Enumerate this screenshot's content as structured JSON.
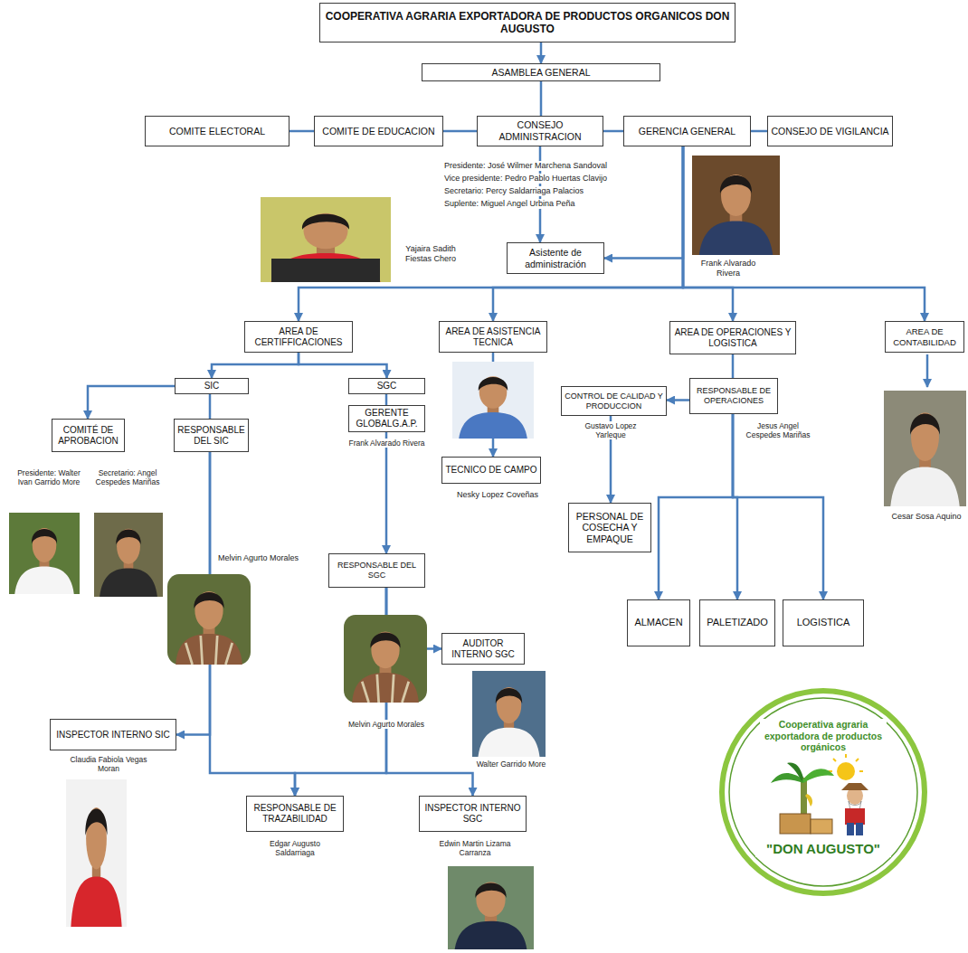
{
  "diagram": {
    "nodes": [
      {
        "text": [
          "COOPERATIVA AGRARIA EXPORTADORA DE PRODUCTOS ORGANICOS DON AUGUSTO"
        ]
      },
      {
        "text": [
          "ASAMBLEA GENERAL"
        ]
      },
      {
        "text": [
          "COMITE ELECTORAL"
        ]
      },
      {
        "text": [
          "COMITE DE EDUCACION"
        ]
      },
      {
        "text": [
          "CONSEJO ADMINISTRACION"
        ]
      },
      {
        "text": [
          "GERENCIA GENERAL"
        ]
      },
      {
        "text": [
          "CONSEJO DE VIGILANCIA"
        ]
      },
      {
        "text": [
          "Asistente de administración"
        ]
      },
      {
        "text": [
          "AREA DE CERTIFFICACIONES"
        ]
      },
      {
        "text": [
          "AREA DE ASISTENCIA TECNICA"
        ]
      },
      {
        "text": [
          "AREA DE OPERACIONES Y LOGISTICA"
        ]
      },
      {
        "text": [
          "AREA DE CONTABILIDAD"
        ]
      },
      {
        "text": [
          "SIC"
        ]
      },
      {
        "text": [
          "SGC"
        ]
      },
      {
        "text": [
          "COMITÉ DE APROBACION"
        ]
      },
      {
        "text": [
          "RESPONSABLE DEL SIC"
        ]
      },
      {
        "text": [
          "GERENTE GLOBALG.A.P."
        ]
      },
      {
        "text": [
          "TECNICO DE CAMPO"
        ]
      },
      {
        "text": [
          "CONTROL DE CALIDAD Y PRODUCCION"
        ]
      },
      {
        "text": [
          "RESPONSABLE DE OPERACIONES"
        ]
      },
      {
        "text": [
          "PERSONAL DE COSECHA Y EMPAQUE"
        ]
      },
      {
        "text": [
          "RESPONSABLE DEL SGC"
        ]
      },
      {
        "text": [
          "AUDITOR INTERNO SGC"
        ]
      },
      {
        "text": [
          "ALMACEN"
        ]
      },
      {
        "text": [
          "PALETIZADO"
        ]
      },
      {
        "text": [
          "LOGISTICA"
        ]
      },
      {
        "text": [
          "INSPECTOR INTERNO SIC"
        ]
      },
      {
        "text": [
          "RESPONSABLE DE TRAZABILIDAD"
        ]
      },
      {
        "text": [
          "INSPECTOR INTERNO SGC"
        ]
      }
    ],
    "edges": [
      {
        "from": 0,
        "to": 1,
        "arrow": "to"
      },
      {
        "from": 1,
        "to": 4,
        "arrow": "none"
      },
      {
        "from": 4,
        "to": 3,
        "arrow": "none"
      },
      {
        "from": 3,
        "to": 2,
        "arrow": "none"
      },
      {
        "from": 4,
        "to": 5,
        "arrow": "none"
      },
      {
        "from": 5,
        "to": 6,
        "arrow": "none"
      },
      {
        "from": 4,
        "to": 7,
        "arrow": "to"
      },
      {
        "from": 5,
        "to": 7,
        "arrow": "to"
      },
      {
        "from": 5,
        "to": 8,
        "arrow": "to"
      },
      {
        "from": 5,
        "to": 9,
        "arrow": "to"
      },
      {
        "from": 5,
        "to": 10,
        "arrow": "to"
      },
      {
        "from": 5,
        "to": 11,
        "arrow": "to"
      },
      {
        "from": 8,
        "to": 12,
        "arrow": "to"
      },
      {
        "from": 8,
        "to": 13,
        "arrow": "to"
      },
      {
        "from": 12,
        "to": 14,
        "arrow": "to"
      },
      {
        "from": 12,
        "to": 15,
        "arrow": "none"
      },
      {
        "from": 13,
        "to": 16,
        "arrow": "none"
      },
      {
        "from": 9,
        "to": 17,
        "arrow": "to"
      },
      {
        "from": 10,
        "to": 19,
        "arrow": "none"
      },
      {
        "from": 19,
        "to": 18,
        "arrow": "to"
      },
      {
        "from": 18,
        "to": 20,
        "arrow": "to"
      },
      {
        "from": 19,
        "to": 23,
        "arrow": "to"
      },
      {
        "from": 19,
        "to": 24,
        "arrow": "to"
      },
      {
        "from": 19,
        "to": 25,
        "arrow": "to"
      },
      {
        "from": 16,
        "to": 21,
        "arrow": "to"
      },
      {
        "from": 21,
        "to": 22,
        "arrow": "to"
      },
      {
        "from": 15,
        "to": 26,
        "arrow": "to"
      },
      {
        "from": 15,
        "to": 27,
        "arrow": "to"
      },
      {
        "from": 21,
        "to": 27,
        "arrow": "to"
      },
      {
        "from": 21,
        "to": 28,
        "arrow": "to"
      }
    ],
    "labels": [
      "Presidente: José Wilmer Marchena Sandoval",
      "Vice presidente: Pedro Pablo Huertas Clavijo",
      "Secretario: Percy Saldarriaga Palacios",
      "Suplente: Miguel Angel Urbina Peña",
      "Yajaira Sadith Fiestas Chero",
      "Frank Alvarado Rivera",
      "Presidente: Walter Ivan Garrido More",
      "Secretario: Angel Cespedes Mariñas",
      "Frank Alvarado Rivera",
      "Nesky Lopez Coveñas",
      "Gustavo Lopez Yarleque",
      "Jesus Angel Cespedes Mariñas",
      "Cesar Sosa Aquino",
      "Melvin Agurto Morales",
      "Melvin Agurto Morales",
      "Walter Garrido More",
      "Claudia Fabiola Vegas Moran",
      "Edgar Augusto Saldarriaga",
      "Edwin Martin Lizama Carranza",
      "Cooperativa agraria exportadora de productos orgánicos",
      "\"DON AUGUSTO\""
    ]
  }
}
